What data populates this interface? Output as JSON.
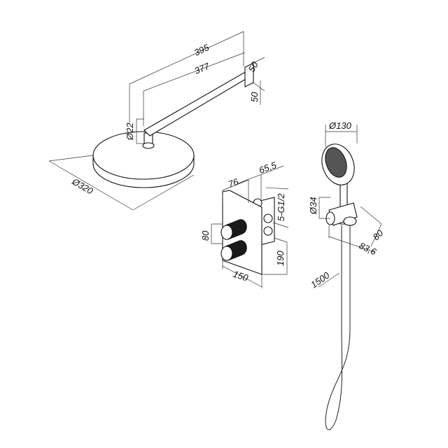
{
  "overhead_shower": {
    "arm_length_total": "395",
    "arm_length": "377",
    "flange_width": "50",
    "flange_height": "50",
    "connector_diameter": "Ø22",
    "head_diameter": "Ø320"
  },
  "mixer": {
    "depth": "76",
    "body_depth": "65,5",
    "outlets": "5-G1/2",
    "knob_spacing": "80",
    "plate_height": "190",
    "plate_width": "150"
  },
  "hand_shower": {
    "head_diameter": "Ø130",
    "holder_diameter": "Ø34",
    "holder_depth": "80",
    "holder_width": "83,6",
    "hose_length": "1500"
  },
  "colors": {
    "line": "#222222",
    "knob": "#1a1a1a"
  }
}
